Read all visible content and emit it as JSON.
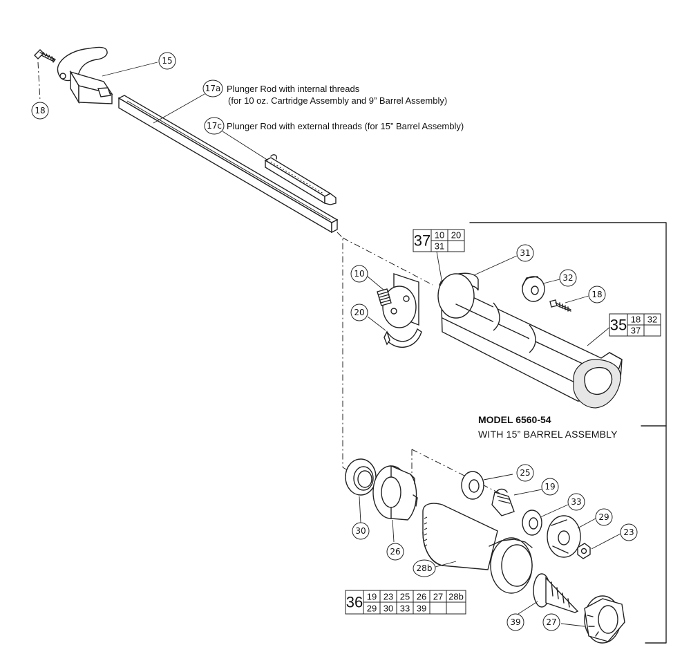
{
  "notes": {
    "plunger_17a_line1": "Plunger Rod with internal threads",
    "plunger_17a_line2": "(for 10 oz. Cartridge  Assembly and 9” Barrel Assembly)",
    "plunger_17c_line1": "Plunger Rod with external threads (for 15” Barrel Assembly)"
  },
  "model": {
    "title": "MODEL 6560-54",
    "subtitle": "WITH 15” BARREL ASSEMBLY"
  },
  "callouts": {
    "c15": "15",
    "c18a": "18",
    "c17a": "17a",
    "c17c": "17c",
    "c31": "31",
    "c10": "10",
    "c20": "20",
    "c32": "32",
    "c18b": "18",
    "c25": "25",
    "c19": "19",
    "c33": "33",
    "c29": "29",
    "c23": "23",
    "c30": "30",
    "c26": "26",
    "c28b": "28b",
    "c39": "39",
    "c27": "27"
  },
  "kits": {
    "k37": {
      "num": "37",
      "row1": [
        "10",
        "20"
      ],
      "row2": [
        "31",
        ""
      ]
    },
    "k35": {
      "num": "35",
      "row1": [
        "18",
        "32"
      ],
      "row2": [
        "37",
        ""
      ]
    },
    "k36": {
      "num": "36",
      "row1": [
        "19",
        "23",
        "25",
        "26",
        "27",
        "28b"
      ],
      "row2": [
        "29",
        "30",
        "33",
        "39",
        "",
        ""
      ]
    }
  }
}
